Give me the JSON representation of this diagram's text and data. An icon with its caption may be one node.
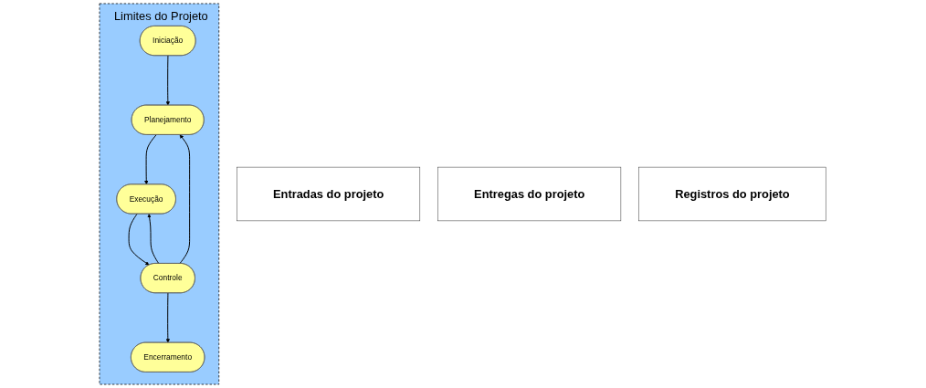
{
  "diagram": {
    "nodes": [
      {
        "text": [
          "Limites do Projeto"
        ]
      },
      {
        "text": [
          "Iniciação"
        ],
        "in": 0
      },
      {
        "text": [
          "Planejamento"
        ],
        "in": 0
      },
      {
        "text": [
          "Controle"
        ],
        "in": 0
      },
      {
        "text": [
          "Execução"
        ],
        "in": 0
      },
      {
        "text": [
          "Encerramento"
        ],
        "in": 0
      },
      {
        "text": [
          "Entradas do projeto"
        ]
      },
      {
        "text": [
          "Entregas do projeto"
        ]
      },
      {
        "text": [
          "Registros do projeto"
        ]
      }
    ],
    "edges": [
      {
        "from": 1,
        "to": 2,
        "arrow": "to"
      },
      {
        "from": 2,
        "to": 4,
        "arrow": "to"
      },
      {
        "from": 3,
        "to": 2,
        "arrow": "to"
      },
      {
        "from": 4,
        "to": 3,
        "arrow": "to"
      },
      {
        "from": 3,
        "to": 4,
        "arrow": "to"
      },
      {
        "from": 3,
        "to": 5,
        "arrow": "to"
      }
    ]
  }
}
